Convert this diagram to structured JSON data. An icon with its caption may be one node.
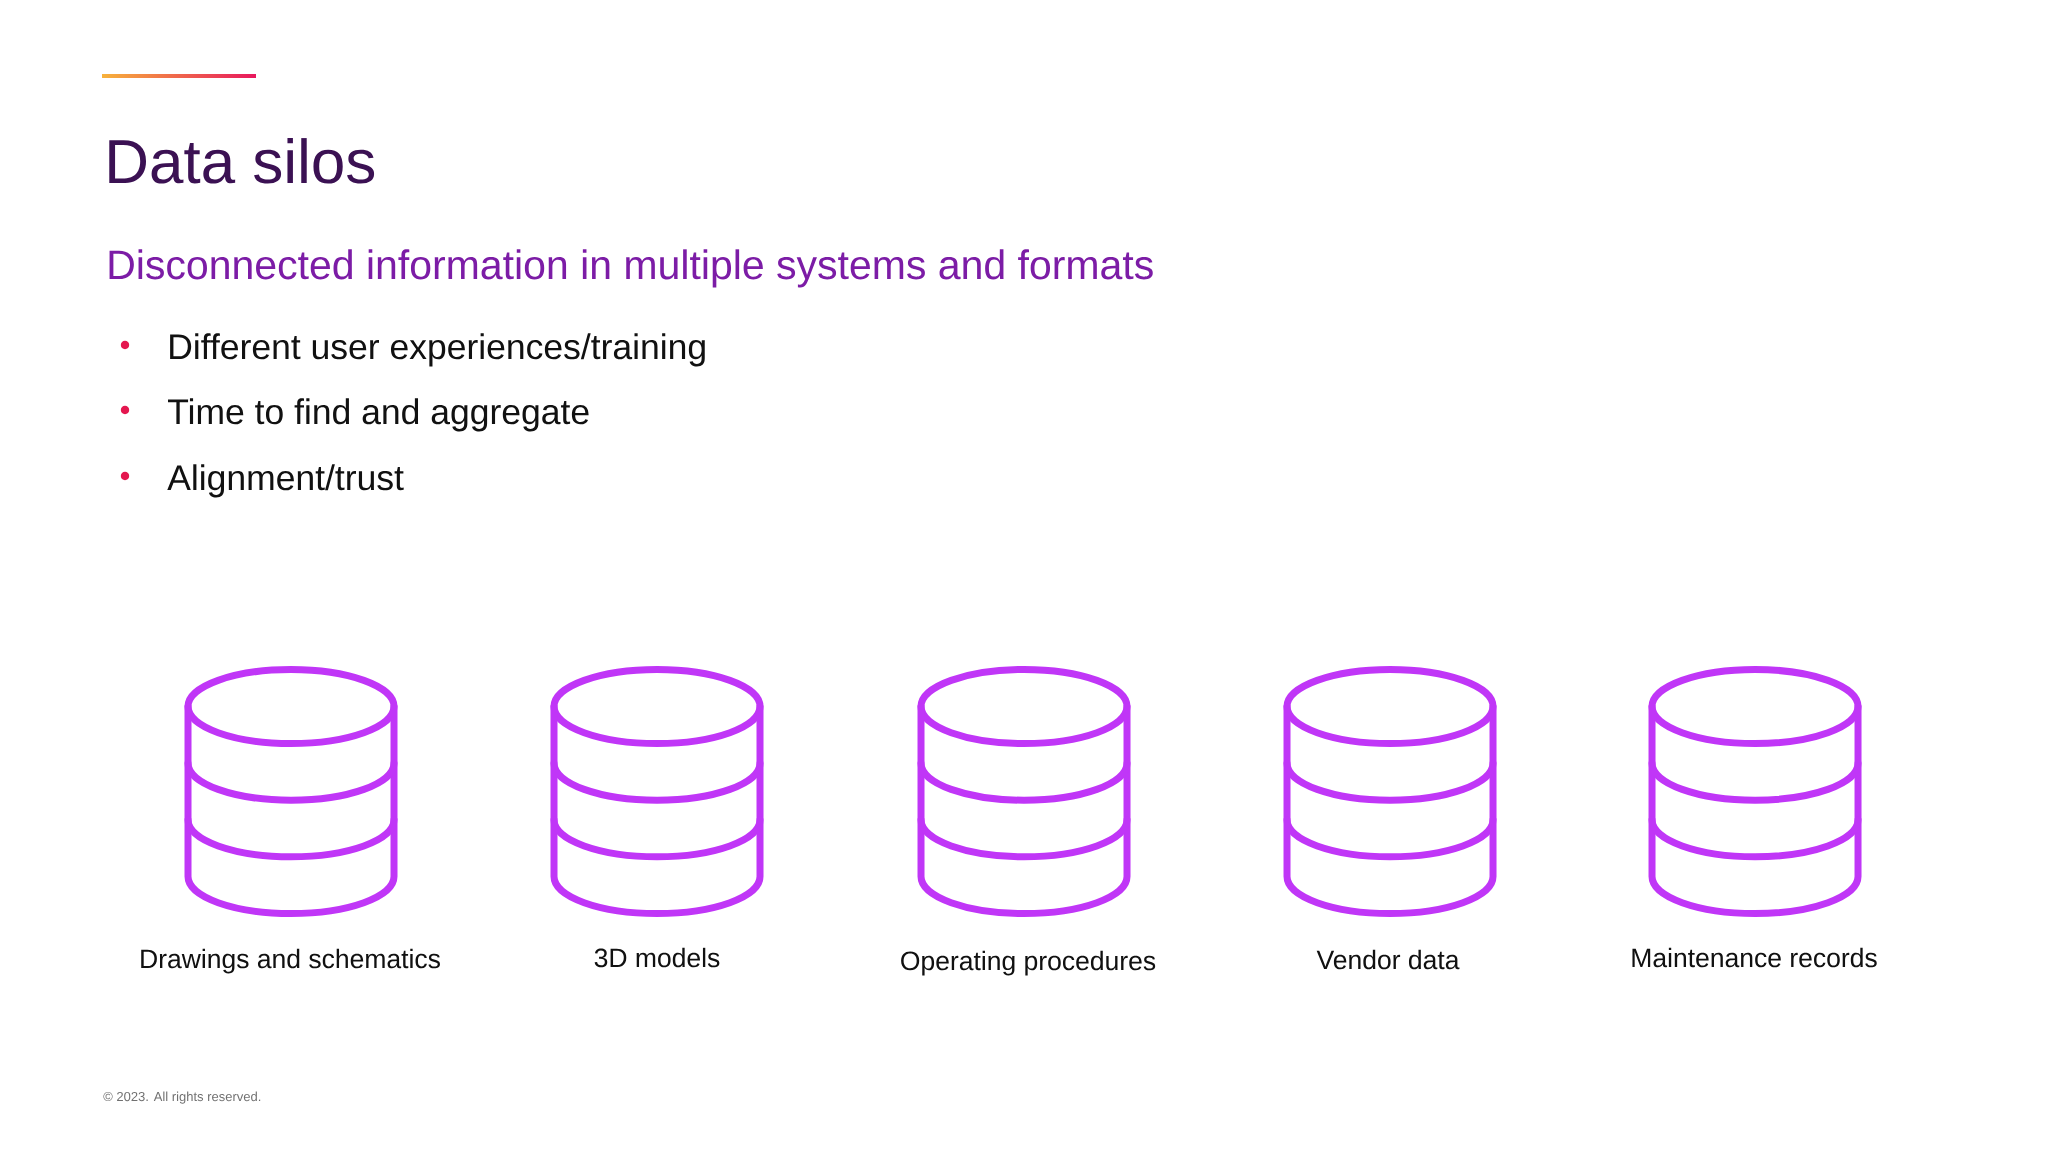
{
  "diagram": {
    "title": "Data silos",
    "nodes": [
      {
        "text": [],
        "shape": "cylinder",
        "beside": [
          "Drawings and schematics"
        ]
      },
      {
        "text": [],
        "shape": "cylinder",
        "beside": [
          "3D models"
        ]
      },
      {
        "text": [],
        "shape": "cylinder",
        "beside": [
          "Operating procedures"
        ]
      },
      {
        "text": [],
        "shape": "cylinder",
        "beside": [
          "Vendor data"
        ]
      },
      {
        "text": [],
        "shape": "cylinder",
        "beside": [
          "Maintenance records"
        ]
      }
    ],
    "labels": [
      "Disconnected information in multiple systems and formats",
      "Different user experiences/training",
      "Time to find and aggregate",
      "Alignment/trust",
      "© 2023. All rights reserved."
    ]
  }
}
